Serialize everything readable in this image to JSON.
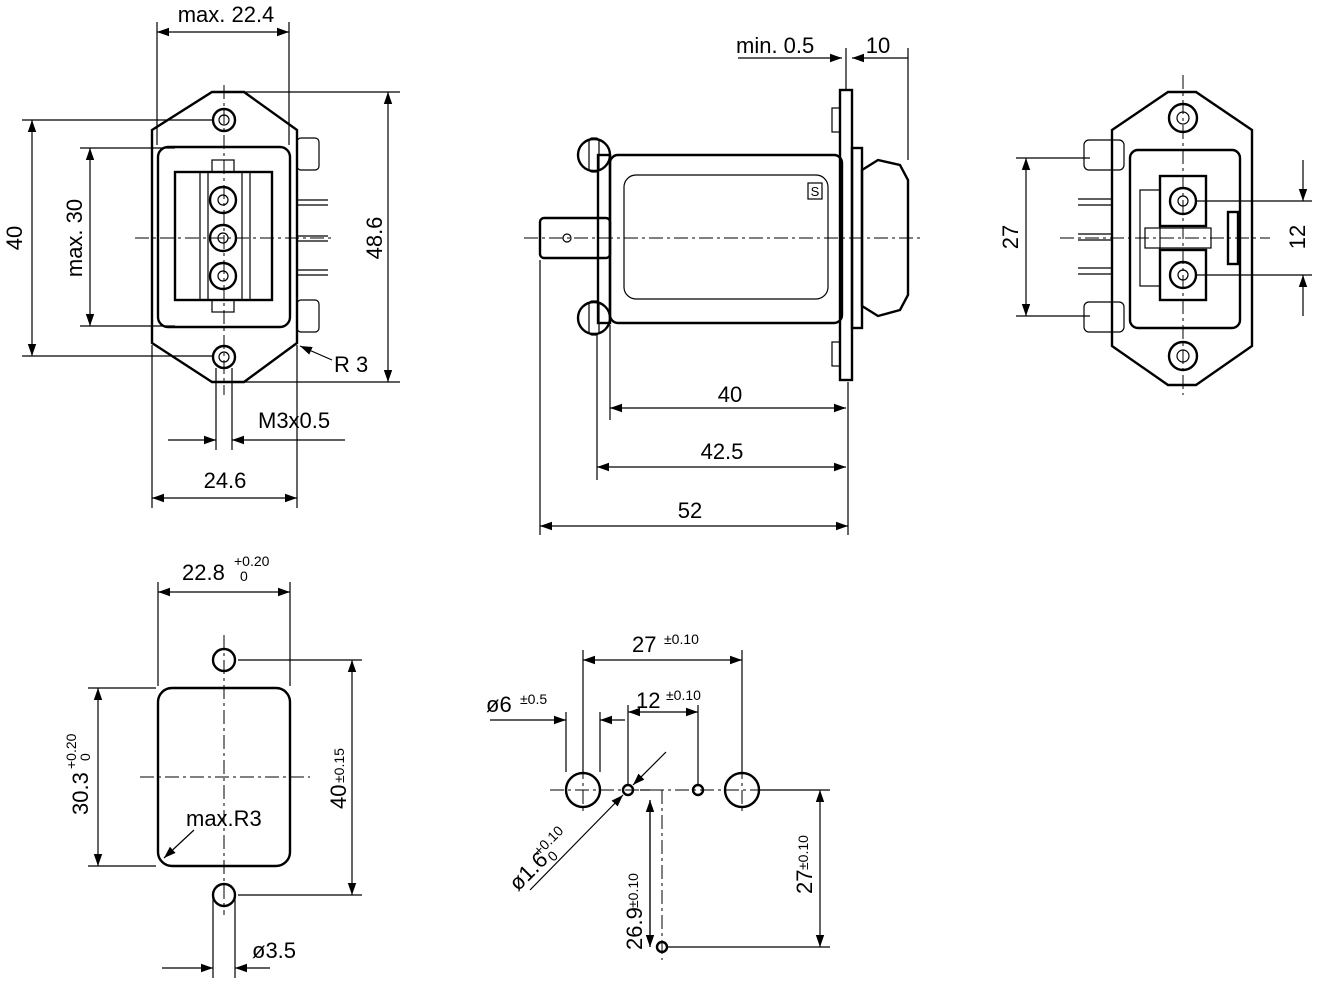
{
  "front_view": {
    "width_max": "max. 22.4",
    "height_40": "40",
    "height_max30": "max. 30",
    "height_48_6": "48.6",
    "radius": "R 3",
    "thread": "M3x0.5",
    "width_24_6": "24.6"
  },
  "side_view": {
    "min_gap": "min. 0.5",
    "depth_10": "10",
    "len_40": "40",
    "len_42_5": "42.5",
    "len_52": "52",
    "logo_letter": "S"
  },
  "rear_view": {
    "spacing_27": "27",
    "spacing_12": "12"
  },
  "cutout": {
    "width_main": "22.8",
    "width_tol_upper": "+0.20",
    "width_tol_lower": "0",
    "height_main": "30.3",
    "height_tol_upper": "+0.20",
    "height_tol_lower": "0",
    "hole_spacing_main": "40",
    "hole_spacing_tol": "±0.15",
    "corner_radius": "max.R3",
    "hole_diameter": "ø3.5"
  },
  "pcb_layout": {
    "span_main": "27",
    "span_tol": "±0.10",
    "pitch_main": "12",
    "pitch_tol": "±0.10",
    "large_hole_main": "ø6",
    "large_hole_tol": "±0.5",
    "small_hole_main": "ø1.6",
    "small_hole_tol_upper": "+0.10",
    "small_hole_tol_lower": "0",
    "offset_main": "26.9",
    "offset_tol": "±0.10",
    "vertical_main": "27",
    "vertical_tol": "±0.10"
  }
}
